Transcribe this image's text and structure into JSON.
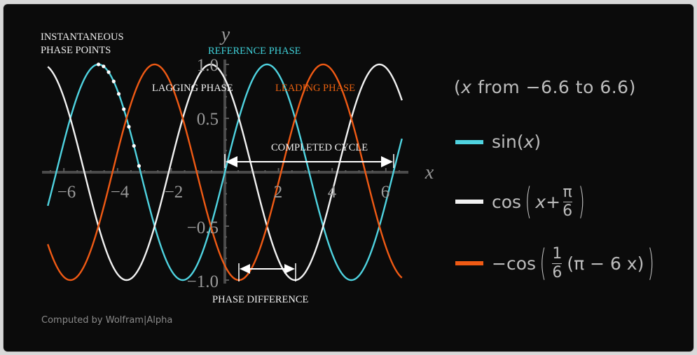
{
  "annotations": {
    "instantaneous_line1": "INSTANTANEOUS",
    "instantaneous_line2": "PHASE POINTS",
    "reference_phase": "REFERENCE PHASE",
    "lagging_phase": "LAGGING PHASE",
    "leading_phase": "LEADING PHASE",
    "completed_cycle": "COMPLETED CYCLE",
    "phase_difference": "PHASE DIFFERENCE"
  },
  "axes": {
    "x_label": "x",
    "y_label": "y",
    "x_ticks": [
      "−6",
      "−4",
      "−2",
      "2",
      "4",
      "6"
    ],
    "y_ticks": [
      "1.0",
      "0.5",
      "−0.5",
      "−1.0"
    ]
  },
  "legend": {
    "range_prefix": "(",
    "range_var": "x",
    "range_text": " from −6.6 to 6.6)",
    "items": [
      {
        "label": "sin(x)",
        "color": "#4fd3e0"
      },
      {
        "label": "cos(x + π/6)",
        "color": "#f2f2f2"
      },
      {
        "label": "−cos(1/6 (π − 6 x))",
        "color": "#f05a14"
      }
    ],
    "sin_fn": "sin",
    "sin_var": "x",
    "cos_fn": "cos",
    "cos_var": "x",
    "plus": " + ",
    "pi": "π",
    "six": "6",
    "one": "1",
    "neg_cos": "−cos",
    "inner": "(π − 6 x)"
  },
  "footer": "Computed by Wolfram|Alpha",
  "colors": {
    "background": "#0b0b0b",
    "frame": "#d9d9d9",
    "cyan": "#4fd3e0",
    "white": "#f2f2f2",
    "orange": "#f05a14",
    "axis": "#4a4a4a",
    "tick_label": "#9a9a9a"
  },
  "chart_data": {
    "type": "line",
    "title": "",
    "xlabel": "x",
    "ylabel": "y",
    "xlim": [
      -6.6,
      6.6
    ],
    "ylim": [
      -1.0,
      1.0
    ],
    "x_ticks": [
      -6,
      -4,
      -2,
      2,
      4,
      6
    ],
    "y_ticks": [
      1.0,
      0.5,
      -0.5,
      -1.0
    ],
    "grid": false,
    "legend_position": "right",
    "series": [
      {
        "name": "sin(x)",
        "expression": "sin(x)",
        "color": "#4fd3e0",
        "annotation": "REFERENCE PHASE"
      },
      {
        "name": "cos(x + π/6)",
        "expression": "cos(x + pi/6)",
        "color": "#f2f2f2",
        "annotation": "LAGGING PHASE"
      },
      {
        "name": "−cos(1/6 (π − 6 x))",
        "expression": "-cos((pi - 6x)/6)",
        "color": "#f05a14",
        "annotation": "LEADING PHASE"
      }
    ],
    "annotations": [
      {
        "text": "INSTANTANEOUS PHASE POINTS",
        "points_on": "sin(x)",
        "x_range": [
          -4.71,
          -3.2
        ]
      },
      {
        "text": "COMPLETED CYCLE",
        "arrow_x": [
          0,
          6.28
        ],
        "y": 0.1
      },
      {
        "text": "PHASE DIFFERENCE",
        "arrow_x": [
          0.52,
          2.62
        ],
        "y": -0.9
      }
    ]
  }
}
